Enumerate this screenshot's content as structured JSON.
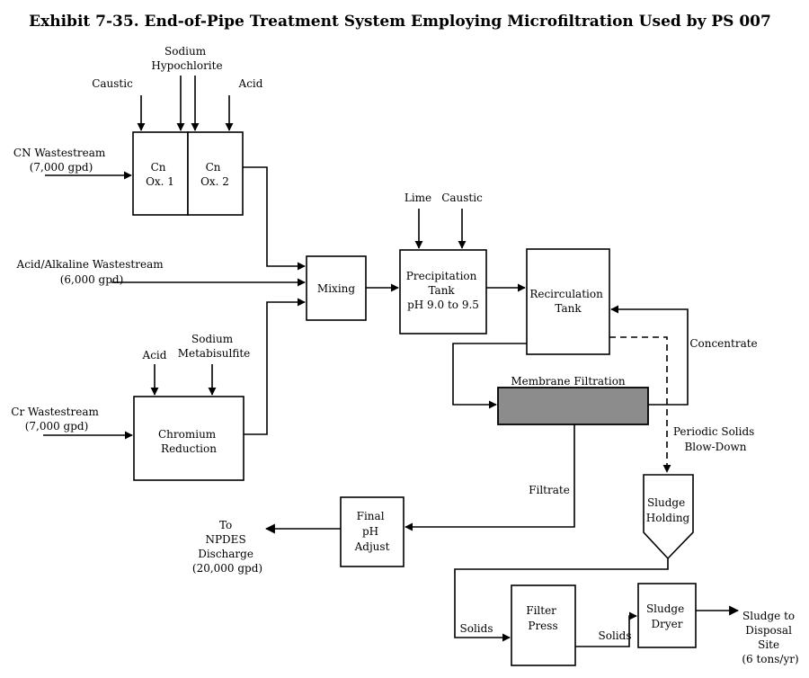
{
  "title": "Exhibit 7-35. End-of-Pipe Treatment System Employing Microfiltration Used by PS 007",
  "inputs": {
    "caustic_1": "Caustic",
    "sodium_hypochlorite": [
      "Sodium",
      "Hypochlorite"
    ],
    "acid_1": "Acid",
    "cn_wastestream": [
      "CN Wastestream",
      "(7,000 gpd)"
    ],
    "acid_alkaline_wastestream": [
      "Acid/Alkaline Wastestream",
      "(6,000 gpd)"
    ],
    "acid_2": "Acid",
    "sodium_metabisulfite": [
      "Sodium",
      "Metabisulfite"
    ],
    "cr_wastestream": [
      "Cr Wastestream",
      "(7,000 gpd)"
    ],
    "lime": "Lime",
    "caustic_2": "Caustic"
  },
  "units": {
    "cn_ox1": [
      "Cn",
      "Ox. 1"
    ],
    "cn_ox2": [
      "Cn",
      "Ox. 2"
    ],
    "mixing": "Mixing",
    "chromium_reduction": [
      "Chromium",
      "Reduction"
    ],
    "precipitation_tank": [
      "Precipitation",
      "Tank",
      "pH 9.0 to 9.5"
    ],
    "recirculation_tank": [
      "Recirculation",
      "Tank"
    ],
    "membrane_filtration": "Membrane Filtration",
    "final_ph_adjust": [
      "Final",
      "pH",
      "Adjust"
    ],
    "sludge_holding": [
      "Sludge",
      "Holding"
    ],
    "filter_press": [
      "Filter",
      "Press"
    ],
    "sludge_dryer": [
      "Sludge",
      "Dryer"
    ]
  },
  "flows": {
    "concentrate": "Concentrate",
    "periodic_solids": [
      "Periodic Solids",
      "Blow-Down"
    ],
    "filtrate": "Filtrate",
    "solids_1": "Solids",
    "solids_2": "Solids"
  },
  "outputs": {
    "npdes_discharge": [
      "To",
      "NPDES",
      "Discharge",
      "(20,000 gpd)"
    ],
    "sludge_disposal": [
      "Sludge to",
      "Disposal",
      "Site",
      "(6 tons/yr)"
    ]
  }
}
